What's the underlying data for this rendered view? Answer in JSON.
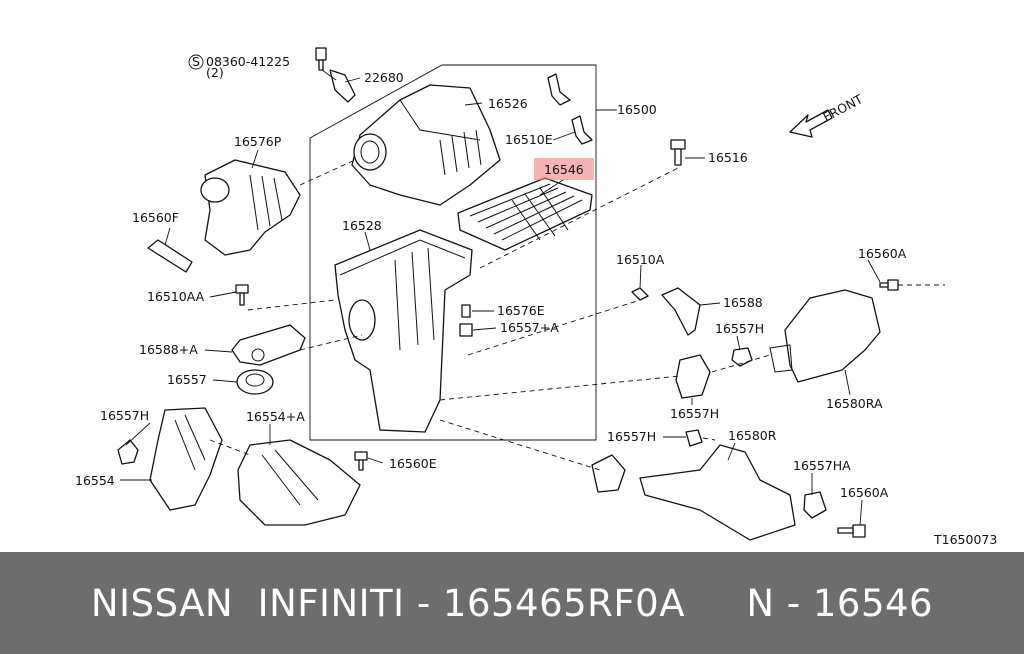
{
  "diagram": {
    "labels": {
      "p08360": "08360-41225",
      "p08360_qty": "(2)",
      "p22680": "22680",
      "p16526": "16526",
      "p16500": "16500",
      "p16576P": "16576P",
      "p16510E": "16510E",
      "p16516": "16516",
      "p16546": "16546",
      "p16560F": "16560F",
      "p16528": "16528",
      "p16510A": "16510A",
      "p16560A_top": "16560A",
      "p16510AA": "16510AA",
      "p16576E": "16576E",
      "p16588": "16588",
      "p16588A": "16588+A",
      "p16557A": "16557+A",
      "p16557H_mid": "16557H",
      "p16557": "16557",
      "p16580RA": "16580RA",
      "p16557H_right": "16557H",
      "p16557H_left": "16557H",
      "p16554A": "16554+A",
      "p16557H_low": "16557H",
      "p16580R": "16580R",
      "p16557HA": "16557HA",
      "p16560E": "16560E",
      "p16554": "16554",
      "p16560A_bottom": "16560A",
      "front": "FRONT",
      "code": "T1650073"
    },
    "highlight_color": "#f08080"
  },
  "footer": {
    "text": "NISSAN  INFINITI - 165465RF0A     N - 16546",
    "background": "#6d6d6d",
    "color": "#ffffff"
  }
}
